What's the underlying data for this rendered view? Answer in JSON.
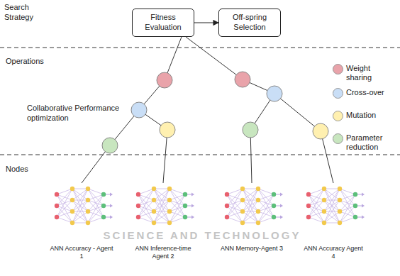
{
  "diagram": {
    "nodes": [
      {
        "text": [
          "Fitness Evaluation"
        ]
      },
      {
        "text": [
          "Off-spring Selection"
        ]
      }
    ],
    "edges": [
      {
        "from": 0,
        "to": 1,
        "arrow": "to"
      }
    ],
    "labels": [
      "Search Strategy",
      "Operations",
      "Collaborative Performance optimization",
      "Nodes",
      "ANN Accuracy - Agent 1",
      "ANN Inference-time Agent 2",
      "ANN Memory-Agent 3",
      "ANN Accuracy Agent 4",
      "SCIENCE AND TECHNOLOGY"
    ],
    "legend": [
      {
        "text": "Weight sharing",
        "color": "#e9a3aa"
      },
      {
        "text": "Cross-over",
        "color": "#c9def6"
      },
      {
        "text": "Mutation",
        "color": "#fff0b0"
      },
      {
        "text": "Parameter reduction",
        "color": "#c8e6bf"
      }
    ]
  }
}
